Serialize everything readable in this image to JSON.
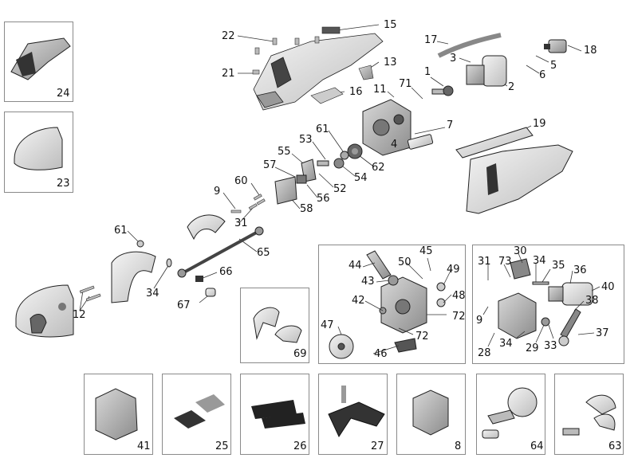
{
  "callouts": {
    "c1": "1",
    "c2": "2",
    "c3": "3",
    "c4": "4",
    "c5": "5",
    "c6": "6",
    "c7": "7",
    "c9": "9",
    "c11": "11",
    "c12": "12",
    "c13": "13",
    "c15": "15",
    "c16": "16",
    "c17": "17",
    "c18": "18",
    "c19": "19",
    "c21": "21",
    "c22": "22",
    "c31": "31",
    "c34": "34",
    "c52": "52",
    "c53": "53",
    "c54": "54",
    "c55": "55",
    "c56": "56",
    "c57": "57",
    "c58": "58",
    "c60": "60",
    "c61": "61",
    "c61b": "61",
    "c62": "62",
    "c65": "65",
    "c66": "66",
    "c67": "67",
    "c71": "71"
  },
  "kit_boxes": {
    "k24": "24",
    "k23": "23",
    "k69": "69",
    "k41": "41",
    "k25": "25",
    "k26": "26",
    "k27": "27",
    "k8": "8",
    "k64": "64",
    "k63": "63"
  },
  "gear_kit": {
    "k42": "42",
    "k43": "43",
    "k44": "44",
    "k45": "45",
    "k46": "46",
    "k47": "47",
    "k48": "48",
    "k49": "49",
    "k50": "50",
    "k72a": "72",
    "k72b": "72"
  },
  "motor_kit": {
    "m28": "28",
    "m29": "29",
    "m30": "30",
    "m31": "31",
    "m33": "33",
    "m34a": "34",
    "m34b": "34",
    "m35": "35",
    "m36": "36",
    "m37": "37",
    "m38": "38",
    "m40": "40",
    "m73": "73",
    "m9": "9"
  }
}
